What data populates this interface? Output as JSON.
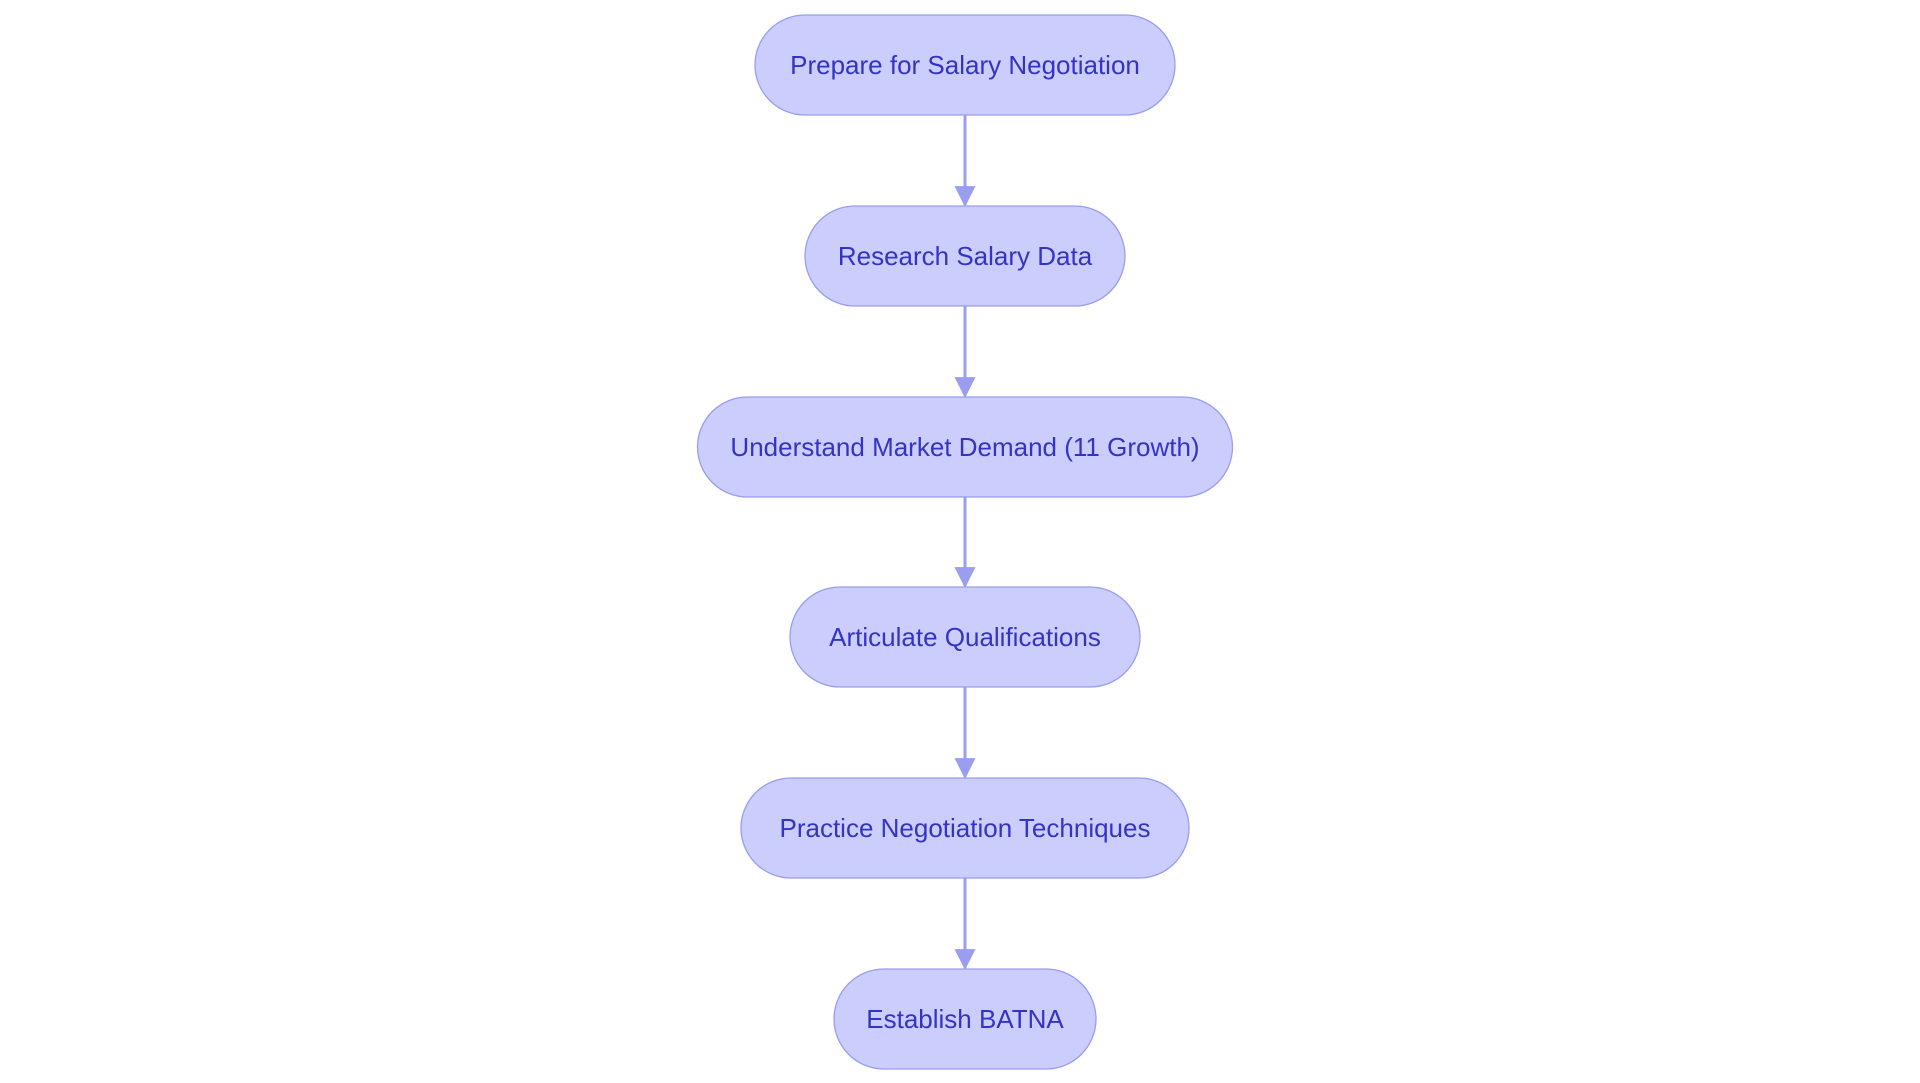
{
  "diagram": {
    "type": "flowchart",
    "direction": "top-to-bottom",
    "colors": {
      "background": "#ffffff",
      "node_fill": "#cbcdfd",
      "node_stroke": "#9a9df0",
      "node_text": "#3434c4",
      "edge": "#9a9df0"
    },
    "nodes": [
      {
        "id": "prepare",
        "label": "Prepare for Salary Negotiation"
      },
      {
        "id": "research",
        "label": "Research Salary Data"
      },
      {
        "id": "market",
        "label": "Understand Market Demand (11 Growth)"
      },
      {
        "id": "qualifications",
        "label": "Articulate Qualifications"
      },
      {
        "id": "practice",
        "label": "Practice Negotiation Techniques"
      },
      {
        "id": "batna",
        "label": "Establish BATNA"
      }
    ],
    "edges": [
      {
        "from": "prepare",
        "to": "research"
      },
      {
        "from": "research",
        "to": "market"
      },
      {
        "from": "market",
        "to": "qualifications"
      },
      {
        "from": "qualifications",
        "to": "practice"
      },
      {
        "from": "practice",
        "to": "batna"
      }
    ]
  }
}
